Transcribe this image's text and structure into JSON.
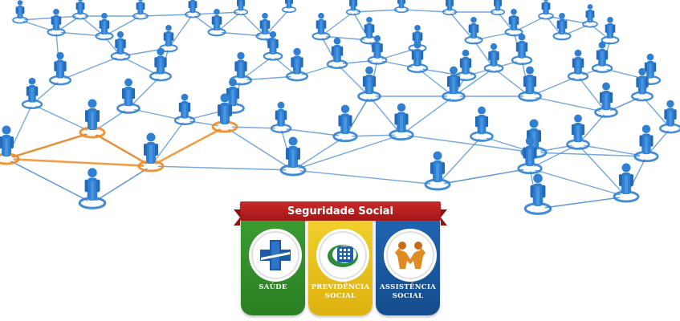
{
  "colors": {
    "link_blue": "#5d97d6",
    "link_orange": "#ef8a24",
    "person_blue": "#2f7fd3",
    "saude_green": "#3a9b30",
    "previdencia_yellow": "#f1cf2c",
    "assistencia_blue": "#1f64b0",
    "banner_red": "#c92a2a"
  },
  "emblem": {
    "banner_title": "Seguridade Social",
    "panels": [
      {
        "id": "saude",
        "lines": [
          "SAÚDE",
          ""
        ],
        "icon": "cross-icon"
      },
      {
        "id": "previdencia",
        "lines": [
          "PREVIDÊNCIA",
          "SOCIAL"
        ],
        "icon": "inss-logo-icon"
      },
      {
        "id": "assistencia",
        "lines": [
          "ASSISTÊNCIA",
          "SOCIAL"
        ],
        "icon": "people-joined-icon"
      }
    ]
  }
}
